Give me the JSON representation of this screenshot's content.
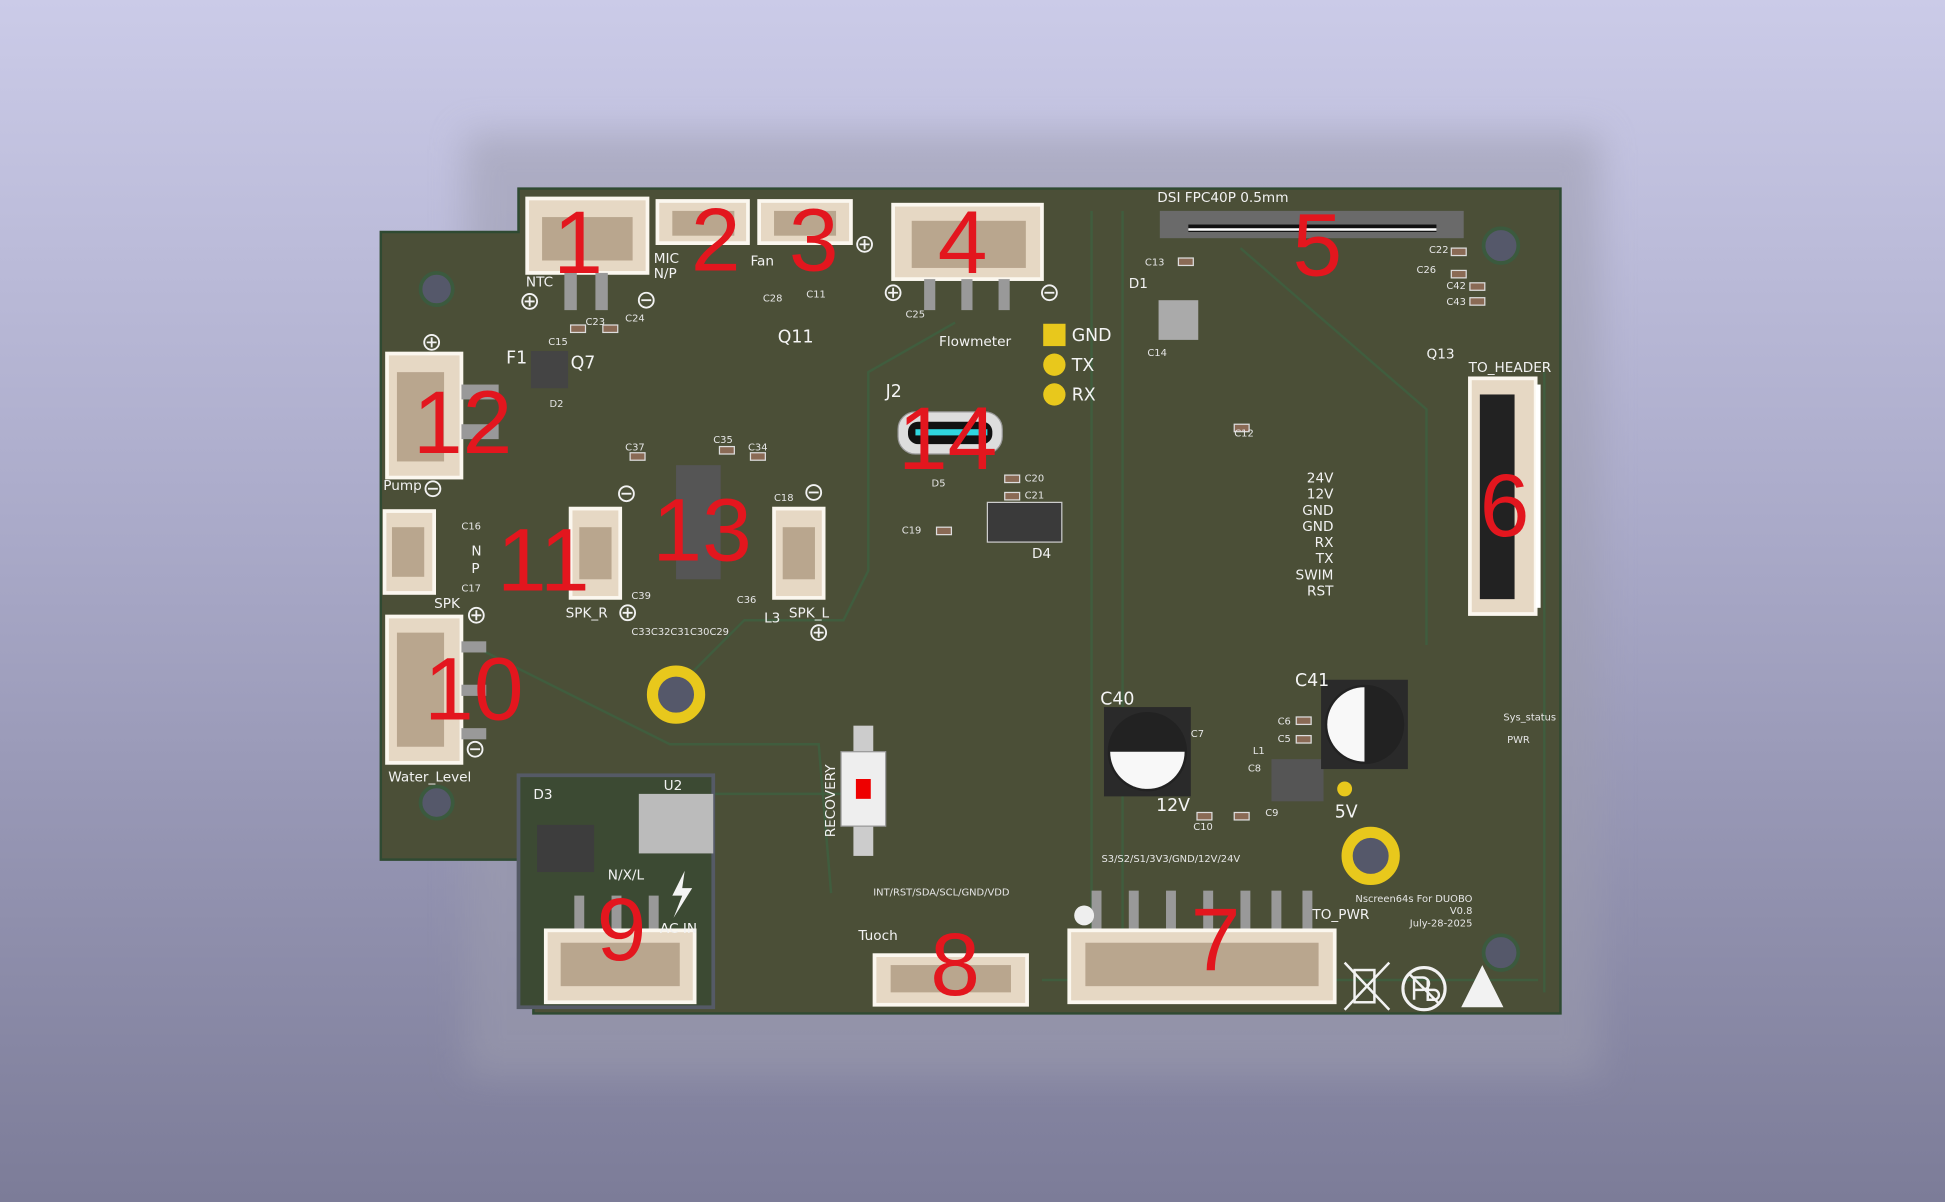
{
  "colors": {
    "board": "#4b4f37",
    "silkscreen": "#f2f2f2",
    "annotation": "#e3161e",
    "connector": "#e6d8c4",
    "pad_gold": "#e8c81c",
    "usb_highlight": "#2fd6e0"
  },
  "annotations": [
    "1",
    "2",
    "3",
    "4",
    "5",
    "6",
    "7",
    "8",
    "9",
    "10",
    "11",
    "12",
    "13",
    "14"
  ],
  "silkscreen": [
    "NTC",
    "MIC",
    "N/P",
    "Fan",
    "Flowmeter",
    "GND",
    "TX",
    "RX",
    "DSI FPC40P 0.5mm",
    "D1",
    "Q13",
    "TO_HEADER",
    "Q11",
    "Q7",
    "F1",
    "Pump",
    "J2",
    "C37",
    "C35",
    "C34",
    "D5",
    "C20",
    "C21",
    "C19",
    "D4",
    "C16",
    "N",
    "P",
    "C17",
    "SPK",
    "C18",
    "SPK_R",
    "SPK_L",
    "L3",
    "C39",
    "C36",
    "C33C32C31C30C29",
    "Water_Level",
    "D3",
    "U2",
    "RECOVERY",
    "N/X/L",
    "AC IN",
    "INT/RST/SDA/SCL/GND/VDD",
    "Tuoch",
    "S3/S2/S1/3V3/GND/12V/24V",
    "TO_PWR",
    "C40",
    "C41",
    "12V",
    "5V",
    "24V",
    "12V",
    "GND",
    "GND",
    "RX",
    "TX",
    "SWIM",
    "RST",
    "Nscreen64s For DUOBO",
    "V0.8",
    "July-28-2025",
    "Sys_status",
    "PWR",
    "C12",
    "C13",
    "C14",
    "C22",
    "C26",
    "C42",
    "C43",
    "C25",
    "C28",
    "C11",
    "C24",
    "C15",
    "C23",
    "C6",
    "C5",
    "C7",
    "C8",
    "C9",
    "C10",
    "L1",
    "D2"
  ],
  "logos": [
    "weee-crossed-bin-icon",
    "lead-free-pb-icon",
    "esd-warning-icon"
  ]
}
